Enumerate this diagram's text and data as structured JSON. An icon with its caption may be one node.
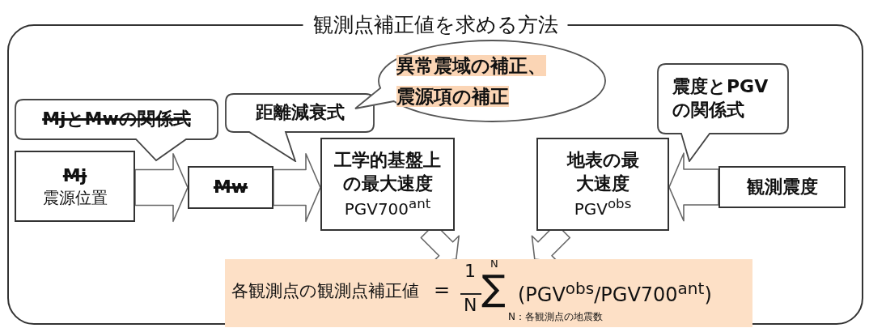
{
  "diagram": {
    "nodes": [
      {
        "text": [
          "観測点補正値を求める方法"
        ]
      },
      {
        "text": [
          "Mj",
          "震源位置"
        ],
        "in": 0
      },
      {
        "text": [
          "Mw"
        ],
        "in": 0
      },
      {
        "text": [
          "工学的基盤上の最大速度",
          "PGV700$^{ant}$"
        ],
        "in": 0
      },
      {
        "text": [
          "地表の最大速度",
          "PGV$^{obs}$"
        ],
        "in": 0
      },
      {
        "text": [
          "観測震度"
        ],
        "in": 0
      },
      {
        "text": [
          "MjとMwの関係式"
        ],
        "in": 0
      },
      {
        "text": [
          "距離減衰式"
        ],
        "in": 0
      },
      {
        "text": [
          "異常震域の補正、震源項の補正"
        ],
        "in": 0
      },
      {
        "text": [
          "震度とPGVの関係式"
        ],
        "in": 0
      },
      {
        "text": [
          "各観測点の観測点補正値",
          "=",
          "1",
          "N",
          "N",
          "∑",
          "(PGV$^{obs}$/PGV700$^{ant}$)",
          "N：各観測点の地震数"
        ],
        "in": 0
      }
    ],
    "edges": [
      {
        "from": 1,
        "to": 2,
        "arrow": "to"
      },
      {
        "from": 2,
        "to": 3,
        "arrow": "to"
      },
      {
        "from": 5,
        "to": 4,
        "arrow": "to"
      },
      {
        "from": 3,
        "to": 10,
        "arrow": "to"
      },
      {
        "from": 4,
        "to": 10,
        "arrow": "to"
      }
    ]
  }
}
